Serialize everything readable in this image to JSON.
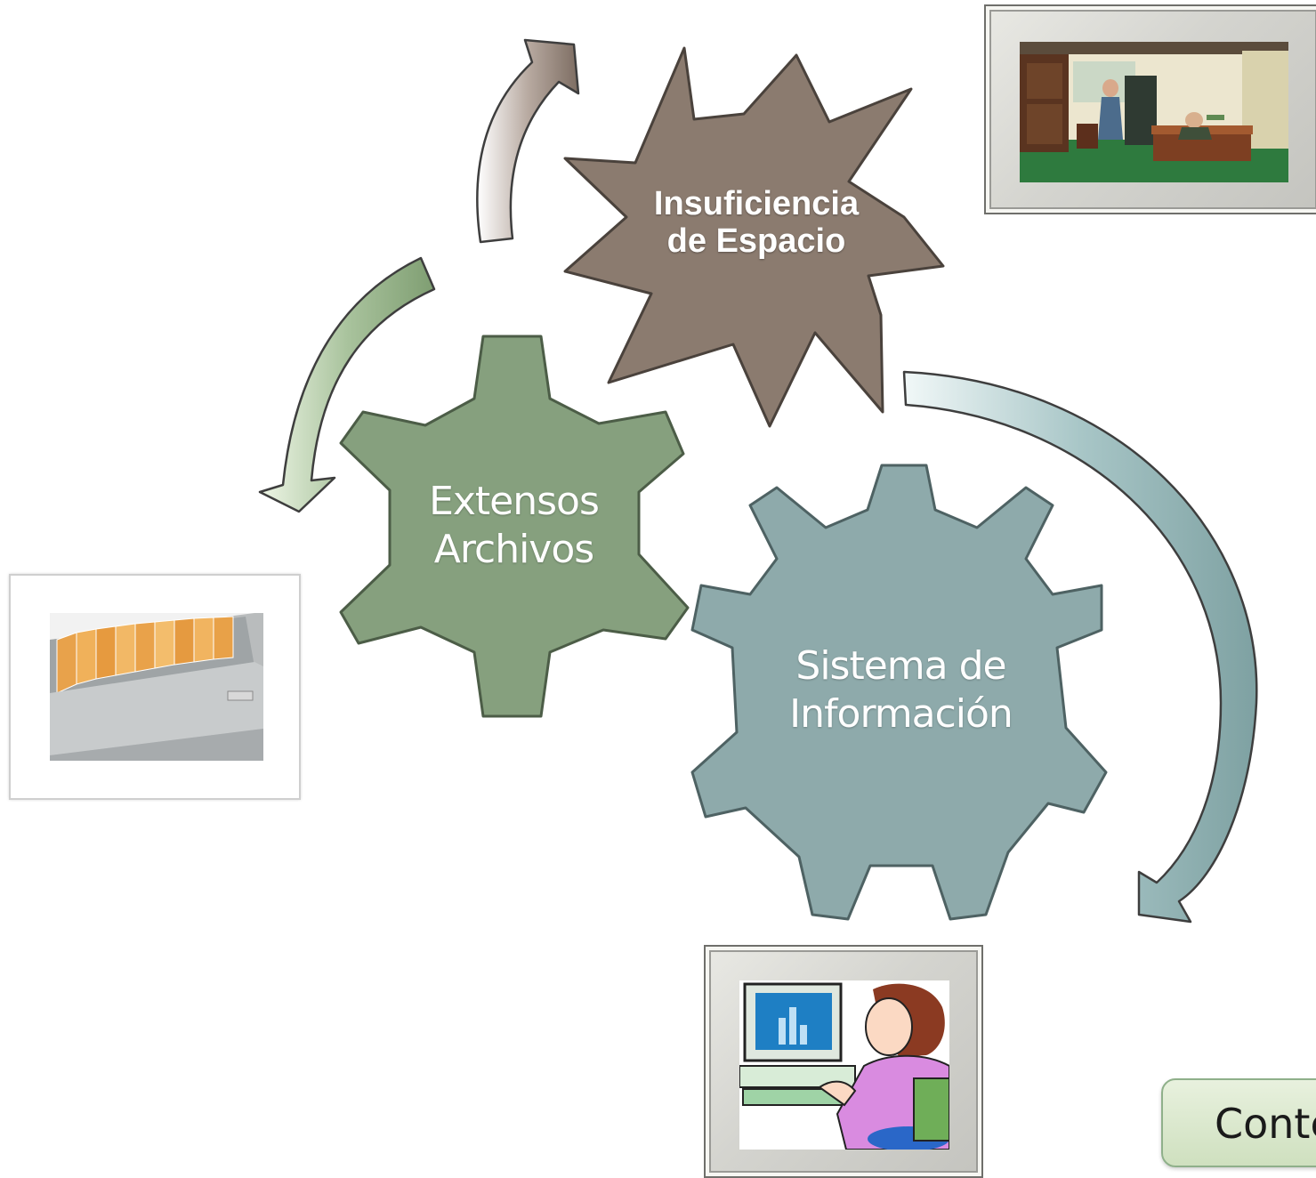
{
  "diagram": {
    "nodes": [
      {
        "id": "space",
        "lines": [
          "Insuficiencia",
          "de Espacio"
        ],
        "color": "#8b7b6f"
      },
      {
        "id": "archives",
        "lines": [
          "Extensos",
          "Archivos"
        ],
        "color": "#86a07e"
      },
      {
        "id": "system",
        "lines": [
          "Sistema de",
          "Información"
        ],
        "color": "#8eaaab"
      }
    ],
    "arrows": [
      {
        "from": "archives",
        "to": "space",
        "color": "#9a8a80"
      },
      {
        "from": "space",
        "to": "archives",
        "color": "#a3bd97"
      },
      {
        "from": "space",
        "to": "system",
        "color": "#9dbcbd"
      }
    ]
  },
  "images": {
    "office": "office-scene-illustration",
    "file_drawer": "file-cabinet-drawer-photo",
    "computer_user": "person-at-computer-clipart"
  },
  "nav": {
    "continue_label": "Conte"
  }
}
